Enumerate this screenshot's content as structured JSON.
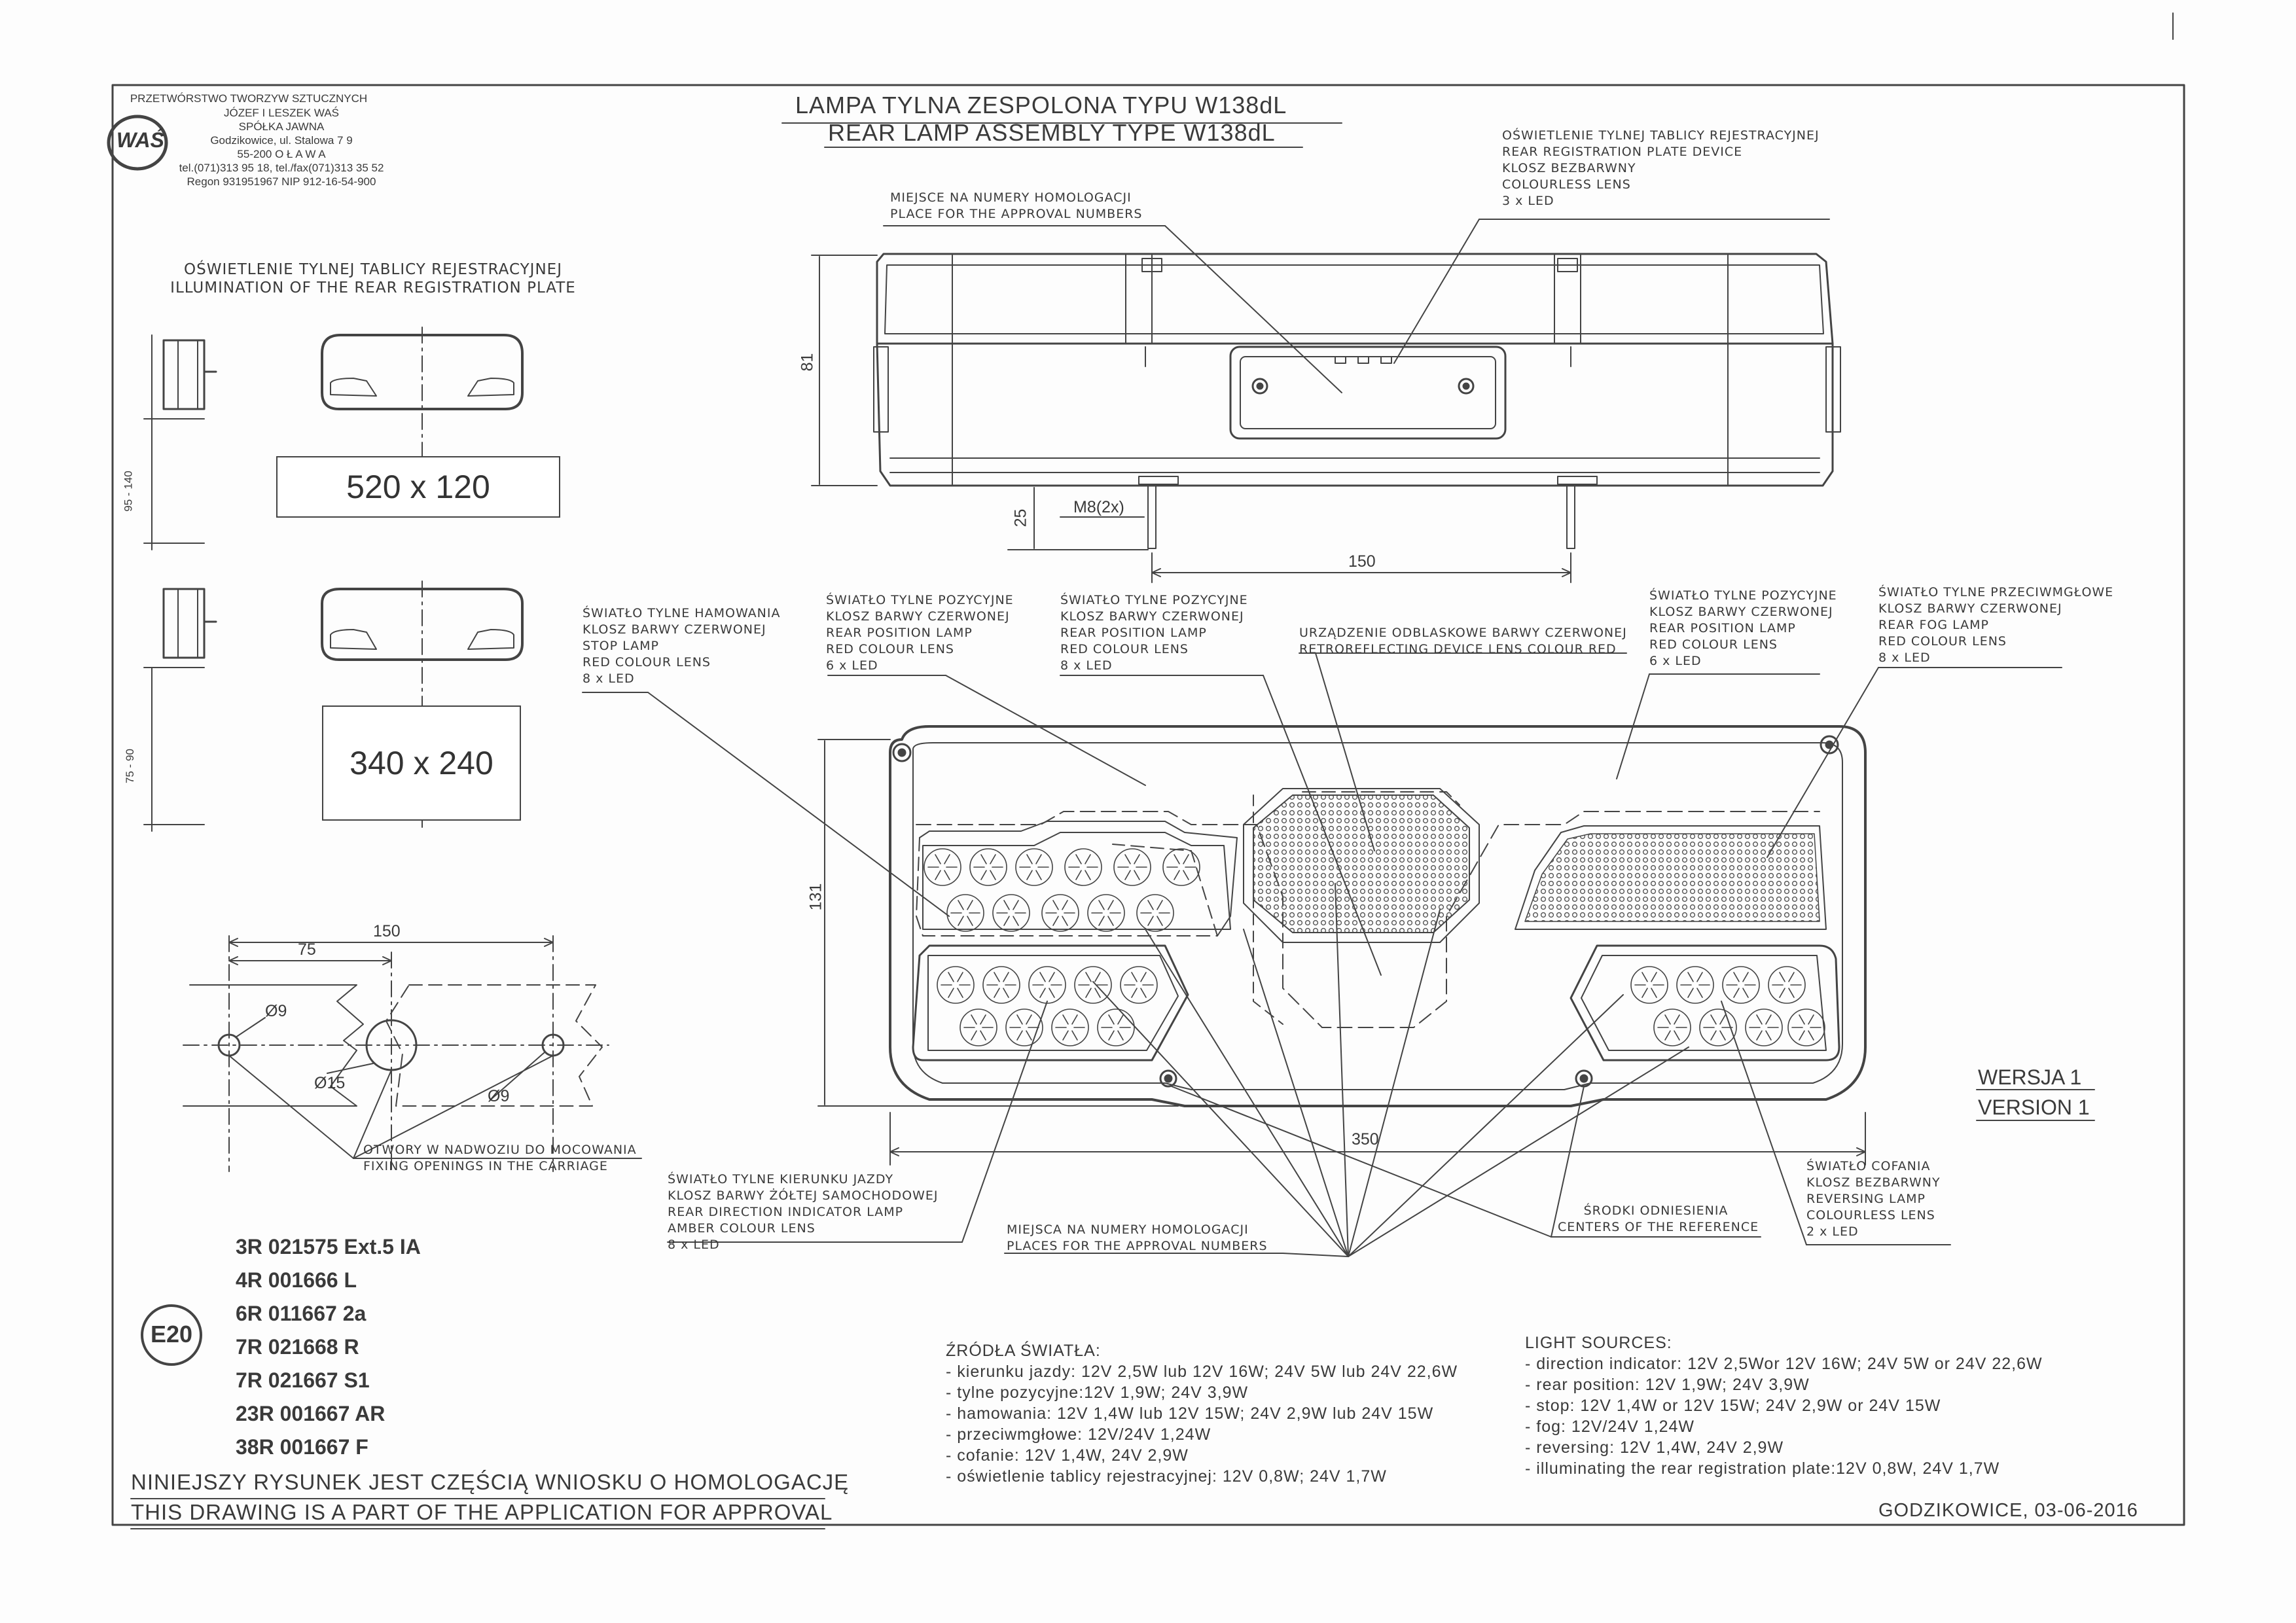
{
  "company": {
    "lines": [
      "PRZETWÓRSTWO TWORZYW SZTUCZNYCH",
      "JÓZEF I LESZEK WAŚ",
      "SPÓŁKA JAWNA",
      "Godzikowice, ul. Stalowa 7 9",
      "55-200  O Ł A W A",
      "tel.(071)313 95 18, tel./fax(071)313 35 52",
      "Regon 931951967 NIP 912-16-54-900"
    ],
    "logo_text": "WAŚ"
  },
  "title": {
    "pl": "LAMPA TYLNA ZESPOLONA TYPU W138dL",
    "en": "REAR LAMP ASSEMBLY TYPE W138dL"
  },
  "plate_section": {
    "heading": [
      "OŚWIETLENIE TYLNEJ TABLICY REJESTRACYJNEJ",
      "ILLUMINATION OF THE REAR REGISTRATION PLATE"
    ],
    "plate_a": "520 x 120",
    "plate_b": "340 x 240",
    "range_a": "95 - 140",
    "range_b": "75 - 90"
  },
  "top_view": {
    "approval_label": [
      "MIEJSCE NA NUMERY HOMOLOGACJI",
      "PLACE FOR THE APPROVAL NUMBERS"
    ],
    "plate_device_label": [
      "OŚWIETLENIE TYLNEJ TABLICY REJESTRACYJNEJ",
      "REAR REGISTRATION PLATE DEVICE",
      "KLOSZ BEZBARWNY",
      "COLOURLESS LENS",
      "3 x LED"
    ],
    "dim_height": "81",
    "dim_bolt": "25",
    "bolt_label": "M8(2x)",
    "dim_spacing": "150"
  },
  "front_labels": {
    "stop": [
      "ŚWIATŁO TYLNE HAMOWANIA",
      "KLOSZ BARWY CZERWONEJ",
      "STOP LAMP",
      "RED COLOUR LENS",
      "8 x LED"
    ],
    "pos_left": [
      "ŚWIATŁO TYLNE POZYCYJNE",
      "KLOSZ BARWY CZERWONEJ",
      "REAR POSITION LAMP",
      "RED COLOUR LENS",
      "6 x LED"
    ],
    "pos_mid": [
      "ŚWIATŁO TYLNE POZYCYJNE",
      "KLOSZ BARWY CZERWONEJ",
      "REAR POSITION LAMP",
      "RED COLOUR LENS",
      "8 x LED"
    ],
    "reflector": [
      "URZĄDZENIE ODBLASKOWE BARWY CZERWONEJ",
      "RETROREFLECTING DEVICE LENS COLOUR RED"
    ],
    "pos_right": [
      "ŚWIATŁO TYLNE POZYCYJNE",
      "KLOSZ BARWY CZERWONEJ",
      "REAR POSITION LAMP",
      "RED COLOUR LENS",
      "6 x LED"
    ],
    "fog": [
      "ŚWIATŁO TYLNE PRZECIWMGŁOWE",
      "KLOSZ BARWY CZERWONEJ",
      "REAR FOG LAMP",
      "RED COLOUR LENS",
      "8 x LED"
    ],
    "dim_height": "131",
    "dim_width": "350"
  },
  "bottom_labels": {
    "indicator": [
      "ŚWIATŁO TYLNE KIERUNKU JAZDY",
      "KLOSZ BARWY ŻÓŁTEJ SAMOCHODOWEJ",
      "REAR DIRECTION INDICATOR LAMP",
      "AMBER COLOUR LENS",
      "8 x LED"
    ],
    "approval_places": [
      "MIEJSCA NA NUMERY HOMOLOGACJI",
      "PLACES FOR THE APPROVAL NUMBERS"
    ],
    "reference": [
      "ŚRODKI ODNIESIENIA",
      "CENTERS OF THE REFERENCE"
    ],
    "reversing": [
      "ŚWIATŁO COFANIA",
      "KLOSZ BEZBARWNY",
      "REVERSING LAMP",
      "COLOURLESS LENS",
      "2 x LED"
    ]
  },
  "version": {
    "pl": "WERSJA 1",
    "en": "VERSION 1"
  },
  "holes": {
    "dim_total": "150",
    "dim_half": "75",
    "d_small_a": "Ø9",
    "d_big": "Ø15",
    "d_small_b": "Ø9",
    "label": [
      "OTWORY W NADWOZIU DO MOCOWANIA",
      "FIXING OPENINGS IN THE CARRIAGE"
    ]
  },
  "approvals": {
    "mark": "E20",
    "codes": [
      "3R 021575 Ext.5 IA",
      "4R 001666 L",
      "6R 011667 2a",
      "7R 021668 R",
      "7R 021667 S1",
      "23R 001667 AR",
      "38R 001667 F"
    ]
  },
  "sources_pl": {
    "heading": "ŹRÓDŁA ŚWIATŁA:",
    "lines": [
      "- kierunku jazdy: 12V 2,5W lub 12V 16W; 24V 5W lub 24V 22,6W",
      "- tylne pozycyjne:12V 1,9W;   24V 3,9W",
      "- hamowania: 12V 1,4W lub 12V 15W; 24V 2,9W lub 24V 15W",
      "- przeciwmgłowe: 12V/24V 1,24W",
      "- cofanie:  12V 1,4W, 24V 2,9W",
      "- oświetlenie tablicy rejestracyjnej: 12V 0,8W;  24V 1,7W"
    ]
  },
  "sources_en": {
    "heading": "LIGHT SOURCES:",
    "lines": [
      "- direction indicator: 12V 2,5Wor 12V 16W; 24V 5W or 24V 22,6W",
      "- rear position: 12V 1,9W;   24V 3,9W",
      "- stop: 12V 1,4W or 12V 15W; 24V 2,9W or 24V 15W",
      "- fog: 12V/24V 1,24W",
      "- reversing: 12V 1,4W, 24V 2,9W",
      "- illuminating the rear registration plate:12V 0,8W,  24V 1,7W"
    ]
  },
  "footer": {
    "note_pl": "NINIEJSZY RYSUNEK JEST CZĘŚCIĄ  WNIOSKU O  HOMOLOGACJĘ",
    "note_en": "THIS DRAWING IS A PART OF THE APPLICATION FOR  APPROVAL",
    "place_date": "GODZIKOWICE,  03-06-2016"
  }
}
